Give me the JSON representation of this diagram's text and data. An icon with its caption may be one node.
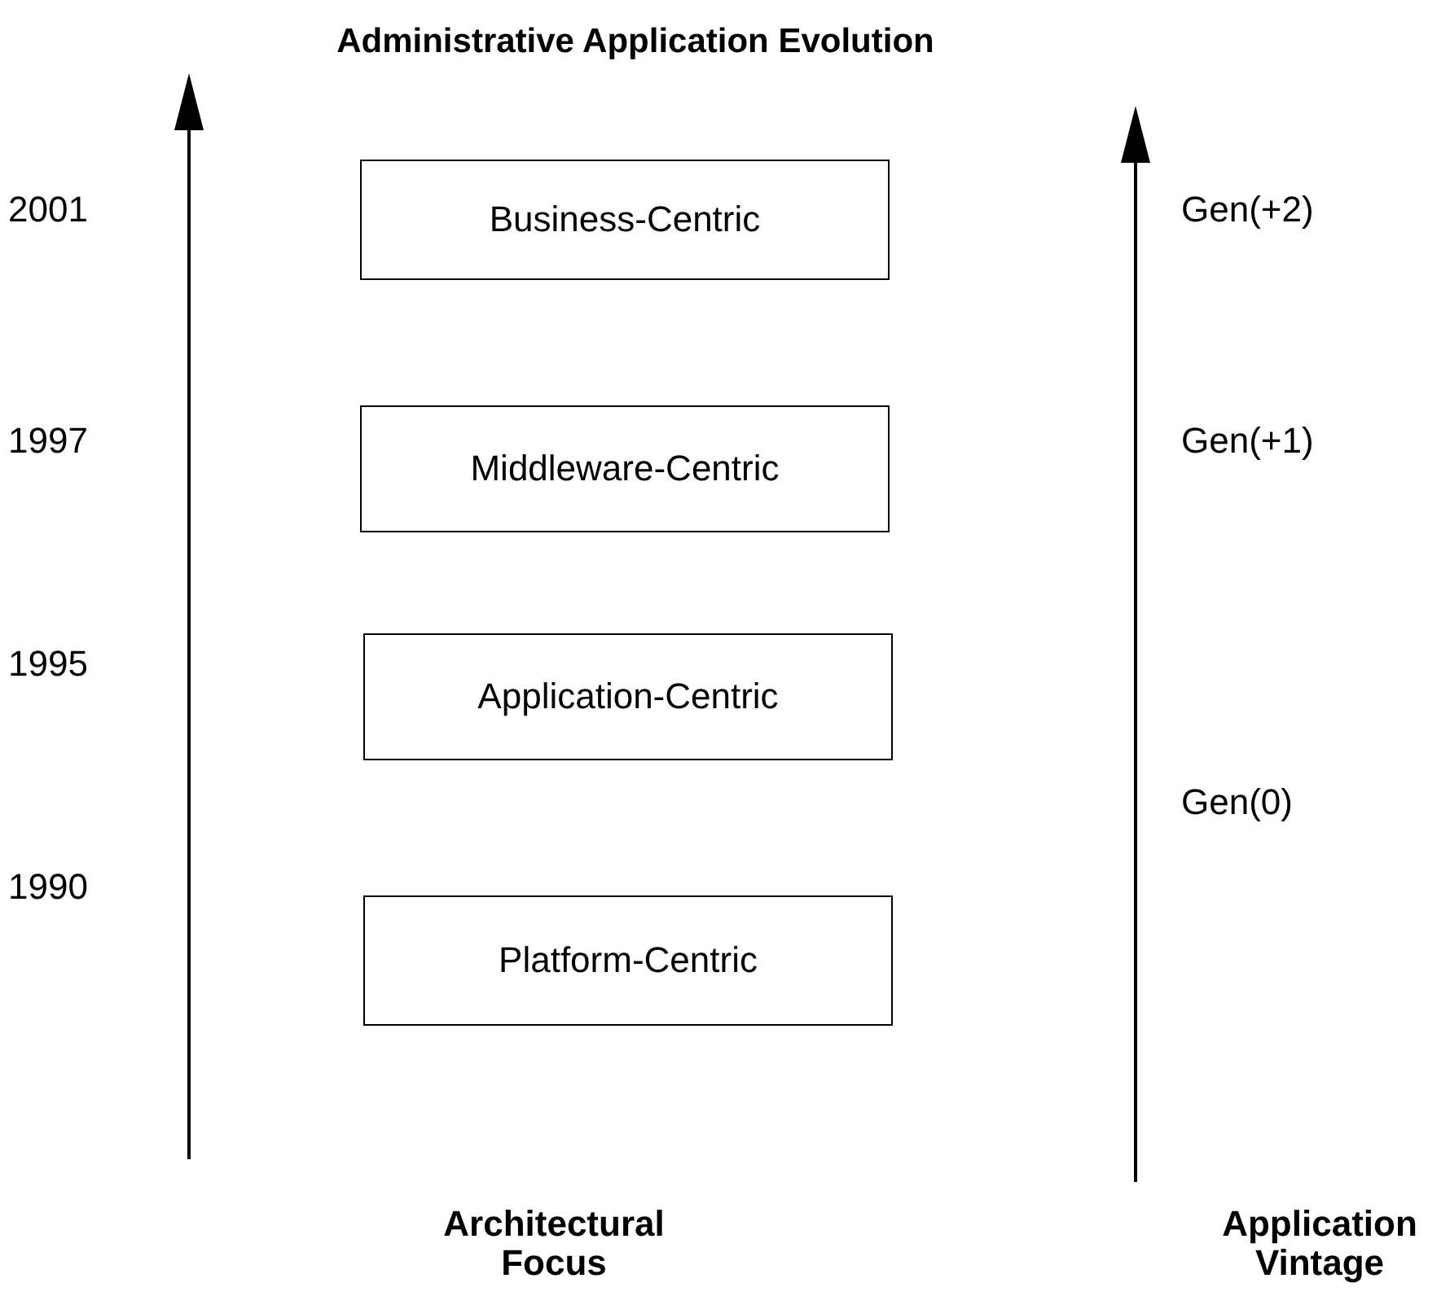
{
  "diagram": {
    "title": "Administrative Application Evolution",
    "nodes": [
      {
        "text": [
          "Business-Centric"
        ]
      },
      {
        "text": [
          "Middleware-Centric"
        ]
      },
      {
        "text": [
          "Application-Centric"
        ]
      },
      {
        "text": [
          "Platform-Centric"
        ]
      }
    ],
    "edges": [],
    "labels": [
      "2001",
      "Gen(+2)",
      "1997",
      "Gen(+1)",
      "1995",
      "Gen(0)",
      "1990",
      "Architectural Focus",
      "Application Vintage"
    ]
  }
}
